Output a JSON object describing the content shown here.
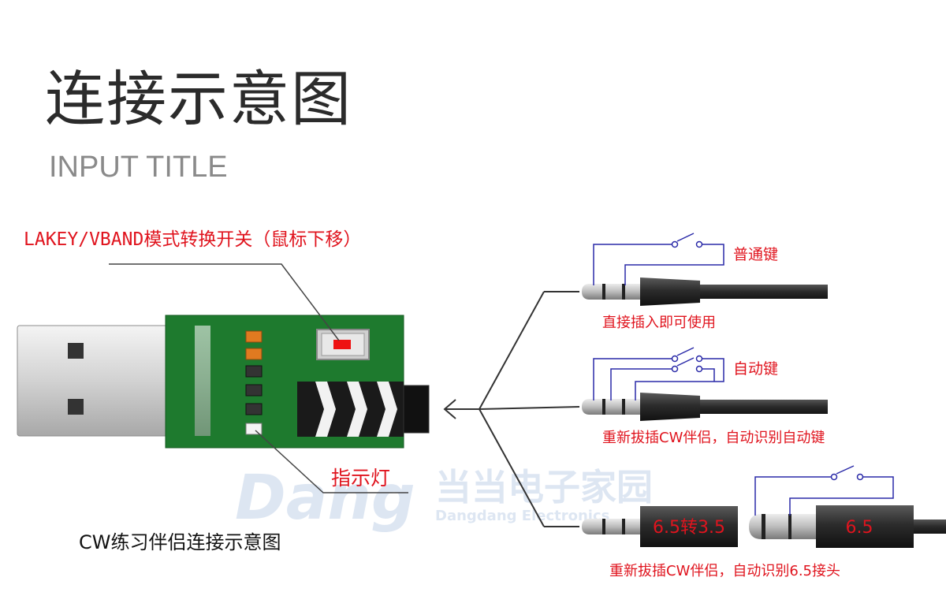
{
  "title": "连接示意图",
  "subtitle": "INPUT TITLE",
  "labels": {
    "mode_switch": "LAKEY/VBAND模式转换开关（鼠标下移）",
    "indicator": "指示灯",
    "caption": "CW练习伴侣连接示意图"
  },
  "connections": [
    {
      "key": "普通键",
      "note": "直接插入即可使用"
    },
    {
      "key": "自动键",
      "note": "重新拔插CW伴侣，自动识别自动键"
    },
    {
      "adapter": "6.5转3.5",
      "plug": "6.5",
      "note": "重新拔插CW伴侣，自动识别6.5接头"
    }
  ],
  "watermark": {
    "brand": "当当电子家园",
    "sub": "Dangdang Electronics"
  },
  "colors": {
    "accent": "#e0141e",
    "pcb": "#1e7a2e",
    "wire": "#2a2aa8"
  }
}
